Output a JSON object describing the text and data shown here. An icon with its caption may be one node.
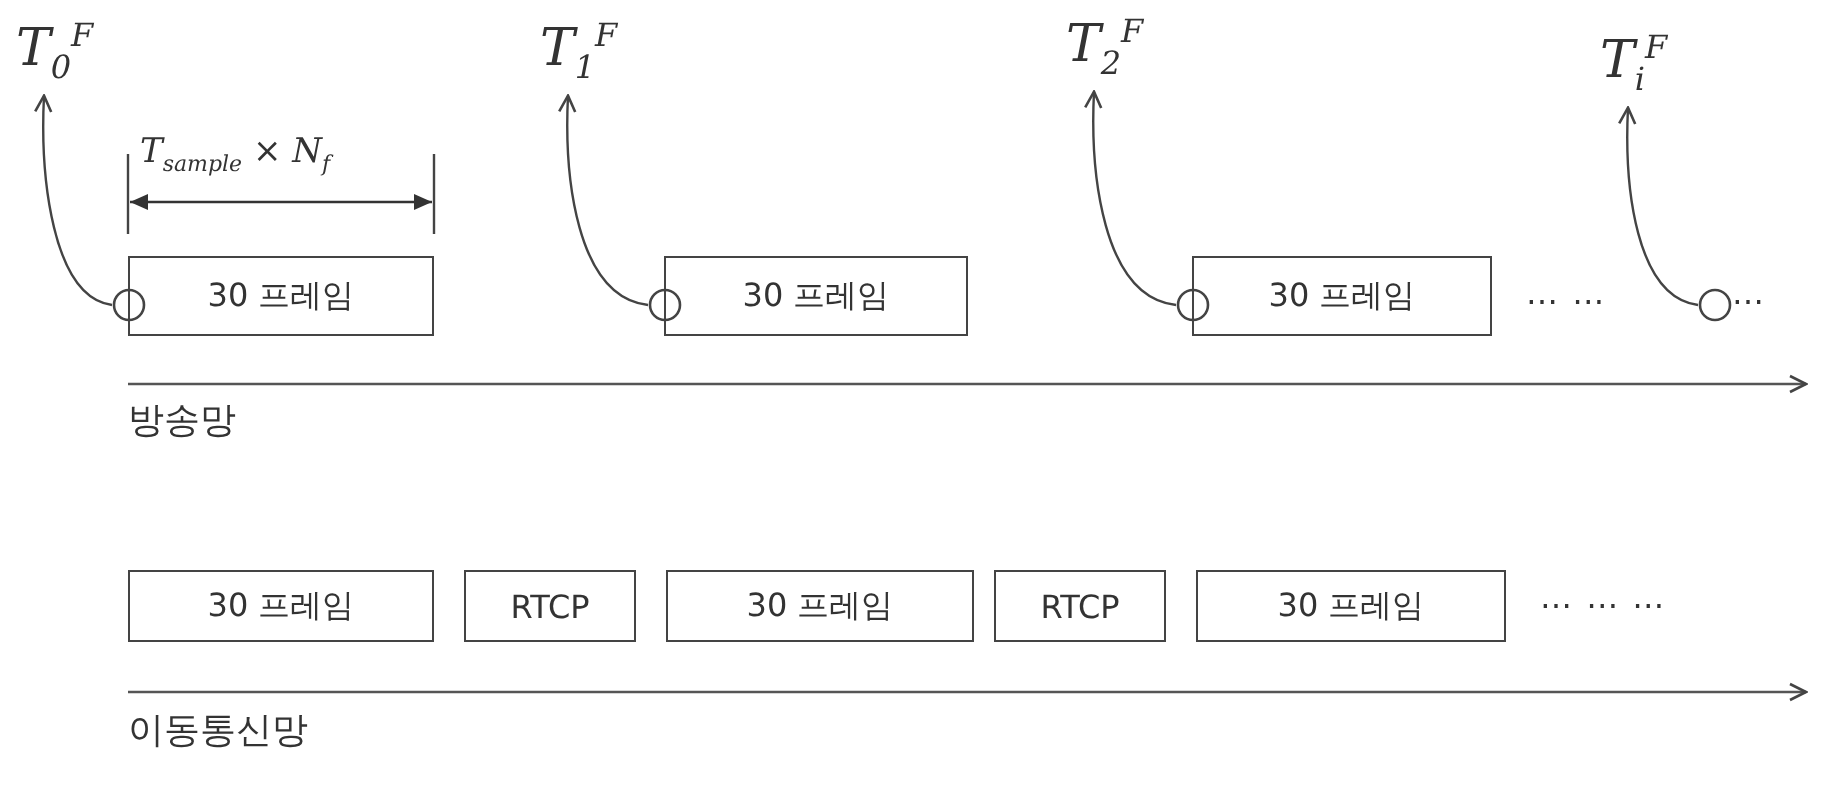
{
  "diagram": {
    "nodes": [
      {
        "text": [
          "T$_{0}$$^{F}$"
        ]
      },
      {
        "text": [
          "T$_{1}$$^{F}$"
        ]
      },
      {
        "text": [
          "T$_{2}$$^{F}$"
        ]
      },
      {
        "text": [
          "T$_{i}$$^{F}$"
        ]
      },
      {
        "text": [],
        "shape": "circle"
      },
      {
        "text": [
          "30 프레임"
        ]
      },
      {
        "text": [],
        "shape": "circle"
      },
      {
        "text": [
          "30 프레임"
        ]
      },
      {
        "text": [],
        "shape": "circle"
      },
      {
        "text": [
          "30 프레임"
        ]
      },
      {
        "text": [],
        "shape": "circle"
      },
      {
        "text": [
          "30 프레임"
        ]
      },
      {
        "text": [
          "RTCP"
        ]
      },
      {
        "text": [
          "30 프레임"
        ]
      },
      {
        "text": [
          "RTCP"
        ]
      },
      {
        "text": [
          "30 프레임"
        ]
      }
    ],
    "edges": [
      {
        "from": 4,
        "to": 0,
        "arrow": "to"
      },
      {
        "from": 6,
        "to": 1,
        "arrow": "to"
      },
      {
        "from": 8,
        "to": 2,
        "arrow": "to"
      },
      {
        "from": 10,
        "to": 3,
        "arrow": "to"
      }
    ],
    "labels": [
      "T$_{sample}$ × N$_{f}$",
      "⋯ ⋯",
      "⋯",
      "방송망",
      "⋯ ⋯ ⋯",
      "이동통신망"
    ]
  }
}
